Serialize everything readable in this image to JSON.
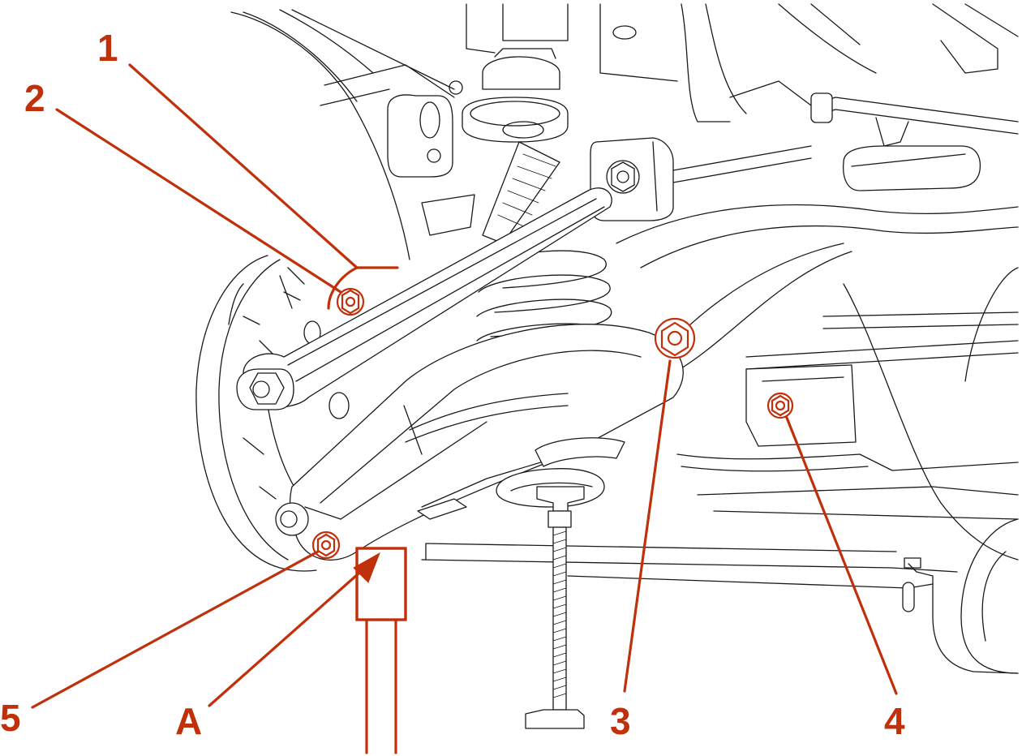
{
  "colors": {
    "callout": "#c0300a",
    "linework": "#1a1a1a",
    "background": "#ffffff"
  },
  "callouts": [
    {
      "id": "1",
      "label": "1"
    },
    {
      "id": "2",
      "label": "2"
    },
    {
      "id": "3",
      "label": "3"
    },
    {
      "id": "4",
      "label": "4"
    },
    {
      "id": "5",
      "label": "5"
    },
    {
      "id": "A",
      "label": "A"
    }
  ]
}
